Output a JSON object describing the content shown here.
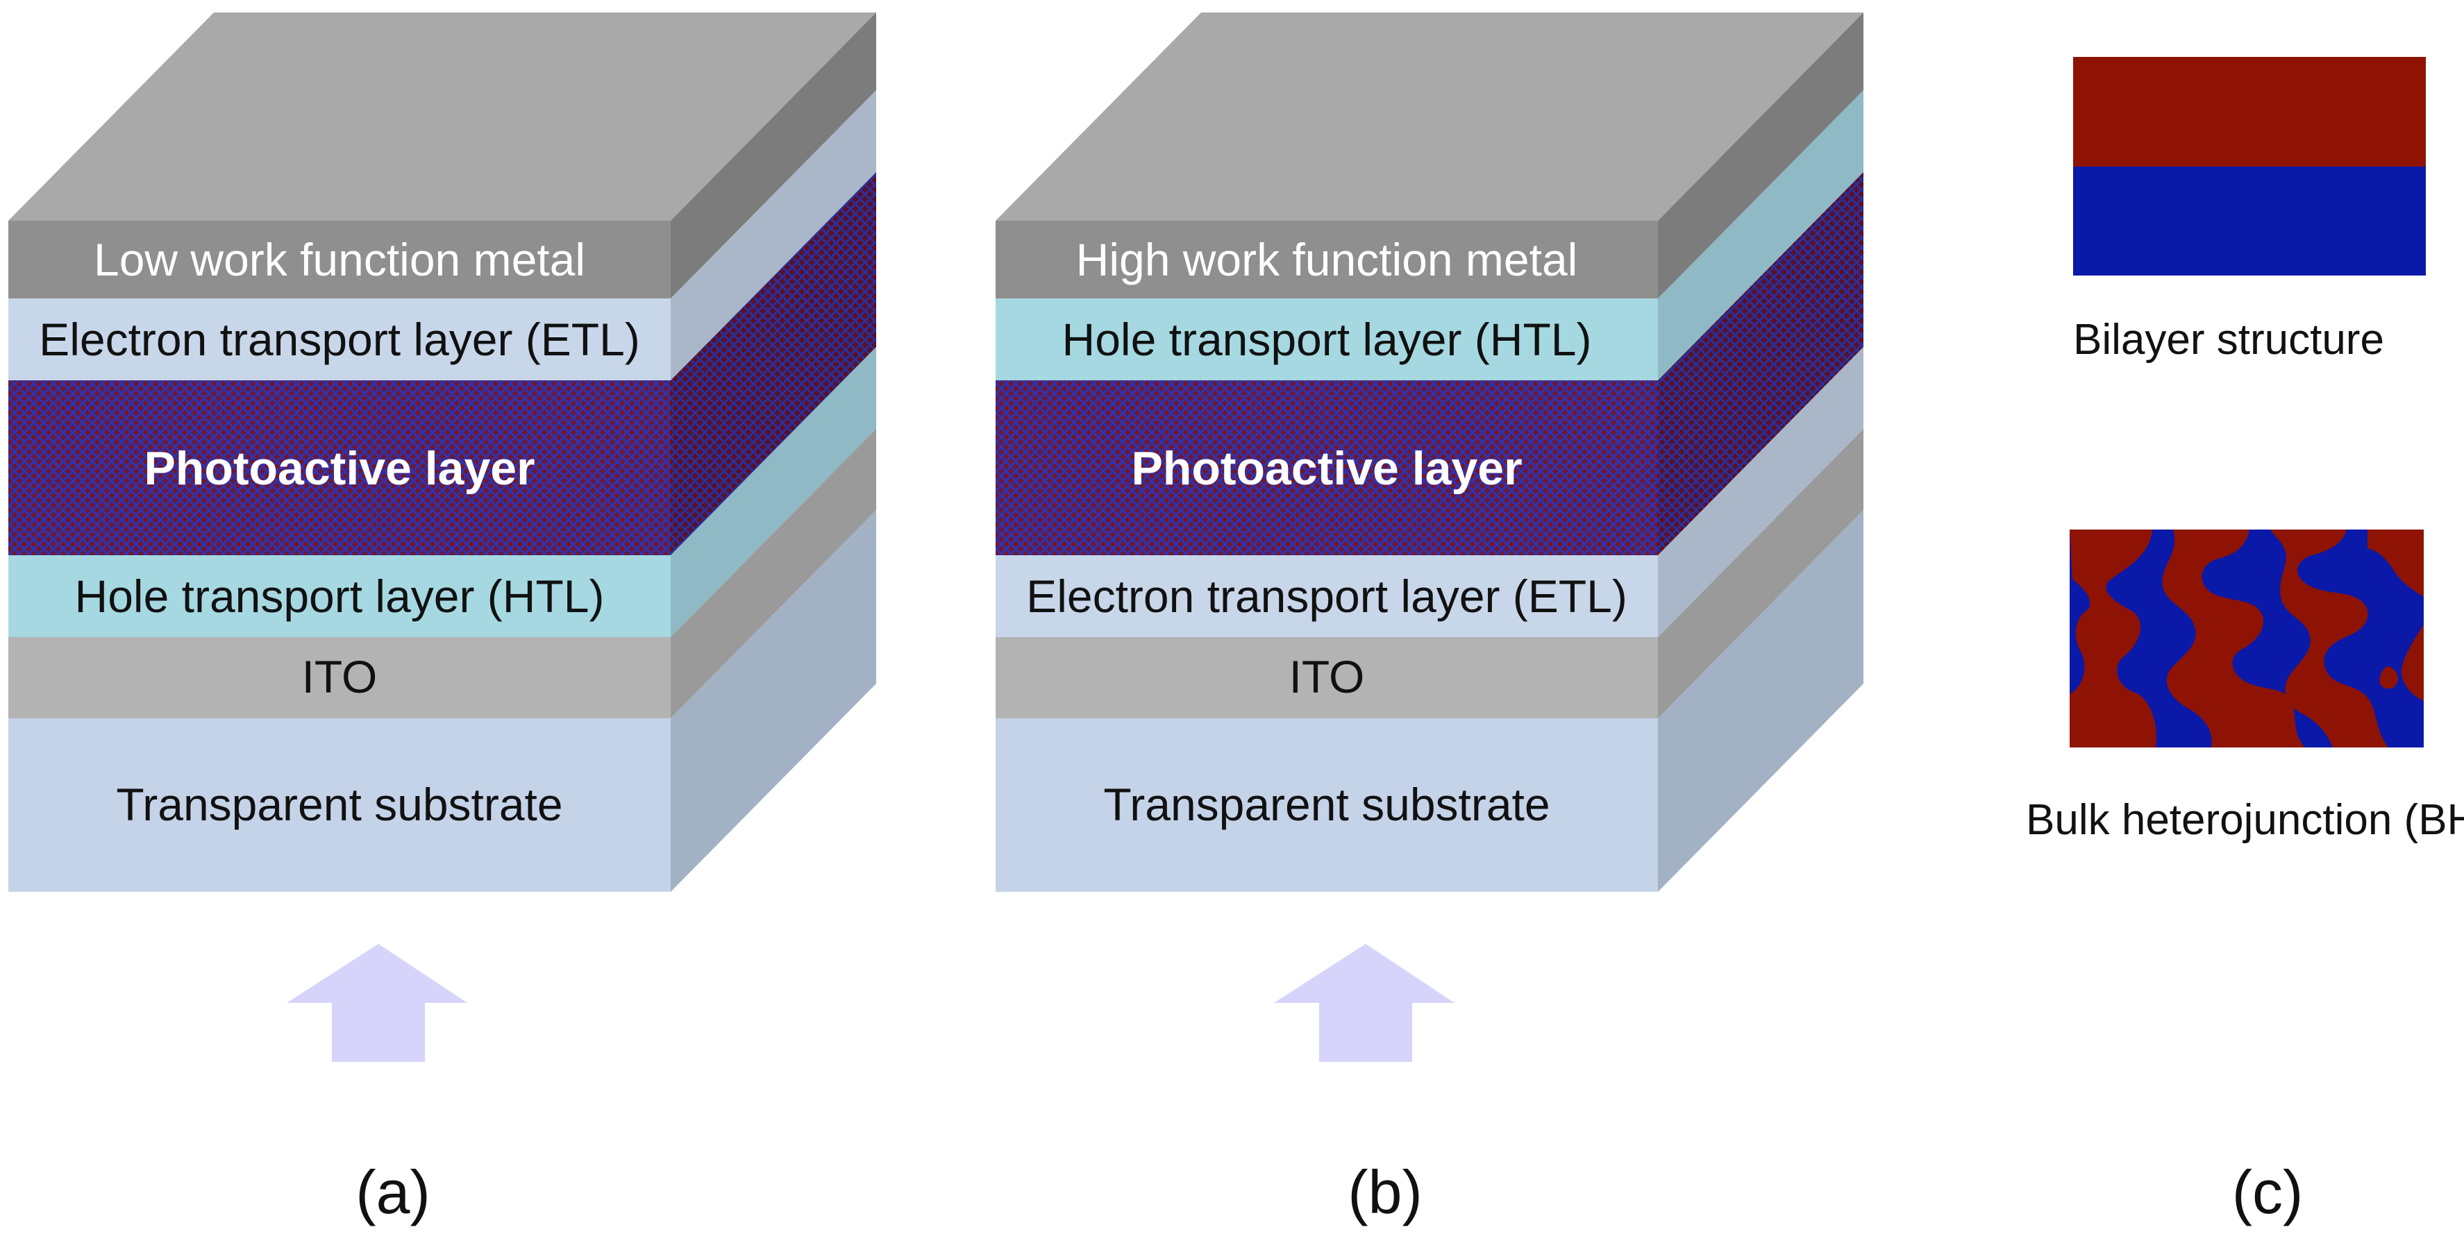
{
  "panel_a": {
    "caption": "(a)",
    "layers": {
      "top_metal": "Low work function metal",
      "etl": "Electron transport layer (ETL)",
      "photoactive": "Photoactive layer",
      "htl": "Hole transport layer (HTL)",
      "ito": "ITO",
      "substrate": "Transparent substrate"
    }
  },
  "panel_b": {
    "caption": "(b)",
    "layers": {
      "top_metal": "High work function metal",
      "htl": "Hole transport layer (HTL)",
      "photoactive": "Photoactive layer",
      "etl": "Electron transport layer (ETL)",
      "ito": "ITO",
      "substrate": "Transparent substrate"
    }
  },
  "panel_c": {
    "caption": "(c)",
    "bilayer_label": "Bilayer structure",
    "bhj_label": "Bulk heterojunction (BHJ)"
  },
  "colors": {
    "metal_front": "#8f8f8f",
    "metal_top": "#a9a9a9",
    "metal_side": "#7a7a7a",
    "etl": "#c8d6ea",
    "htl": "#a6d8e1",
    "photoactive_red": "#8b1010",
    "photoactive_blue": "#1f2fb0",
    "ito": "#b3b3b3",
    "substrate": "#c5d3e9",
    "arrow": "#d6d4fa",
    "acceptor_red": "#8e1305",
    "donor_blue": "#0a19a8"
  },
  "icons": [
    "light-arrow-icon"
  ]
}
